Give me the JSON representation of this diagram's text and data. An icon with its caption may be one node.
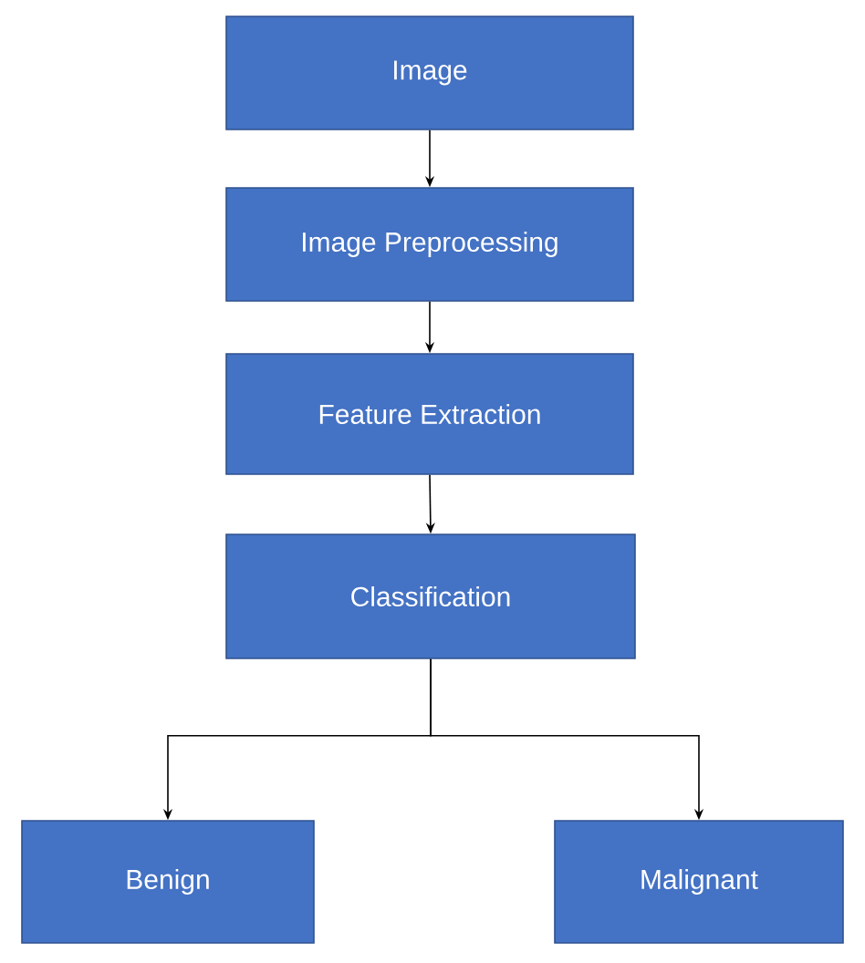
{
  "diagram": {
    "nodes": [
      {
        "text": [
          "Image"
        ]
      },
      {
        "text": [
          "Image Preprocessing"
        ]
      },
      {
        "text": [
          "Feature Extraction"
        ]
      },
      {
        "text": [
          "Classification"
        ]
      },
      {
        "text": [
          "Benign"
        ]
      },
      {
        "text": [
          "Malignant"
        ]
      }
    ],
    "edges": [
      {
        "from": 0,
        "to": 1,
        "arrow": "to"
      },
      {
        "from": 1,
        "to": 2,
        "arrow": "to"
      },
      {
        "from": 2,
        "to": 3,
        "arrow": "to"
      },
      {
        "from": 3,
        "to": 4,
        "arrow": "to"
      },
      {
        "from": 3,
        "to": 5,
        "arrow": "to"
      }
    ]
  }
}
